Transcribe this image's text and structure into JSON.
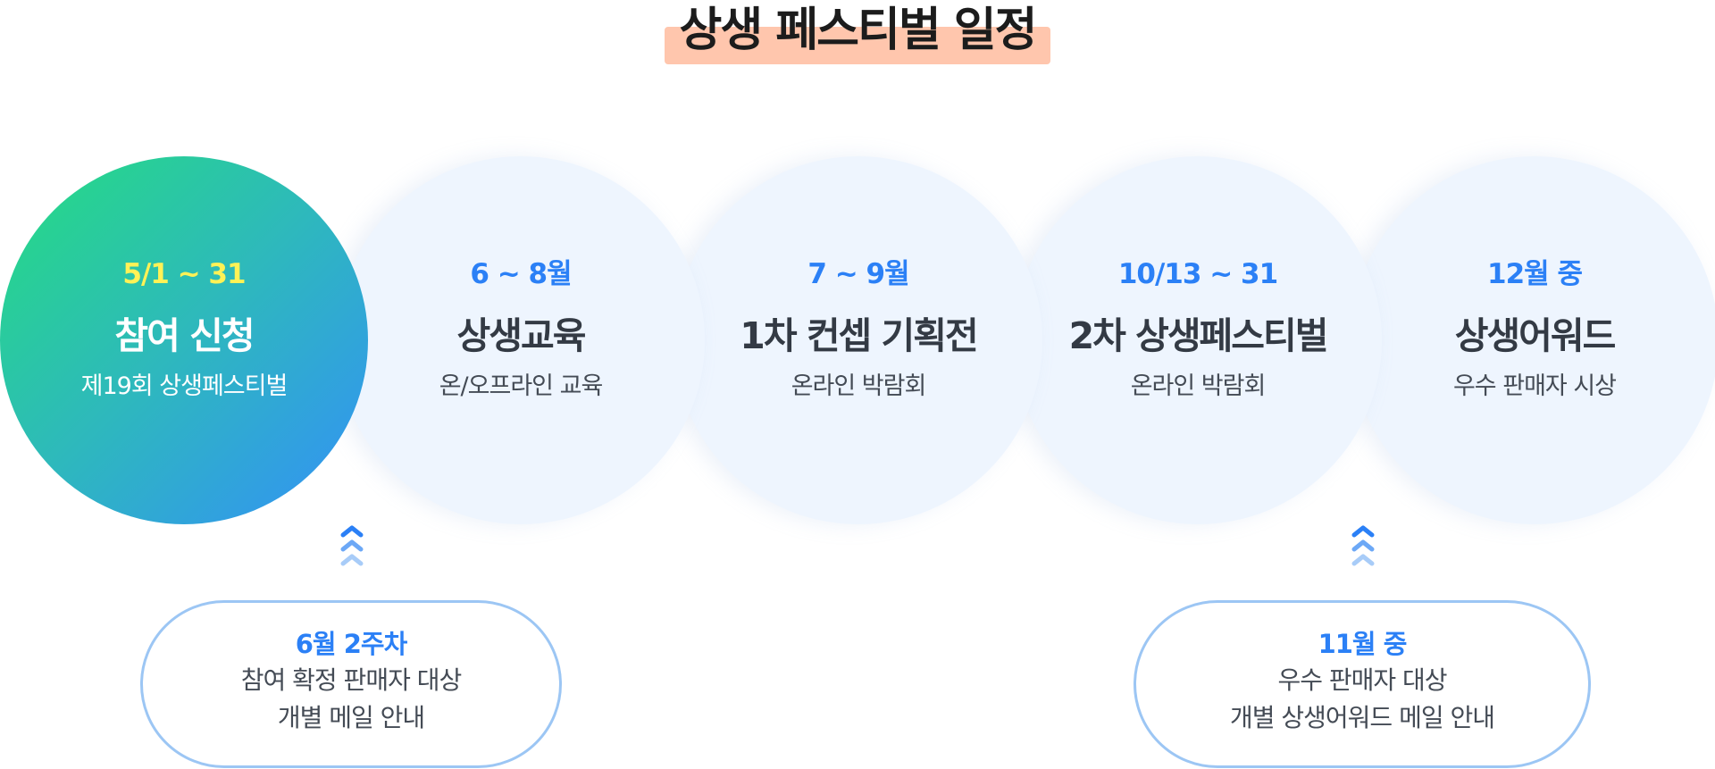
{
  "title": "상생 페스티벌 일정",
  "colors": {
    "title_highlight": "#ffc6ad",
    "accent_blue": "#2b80f6",
    "active_date": "#fff256",
    "circle_bg": "#eef5fe",
    "gradient": [
      "#25dd80",
      "#3390f8"
    ],
    "pill_border": "#9cc6f4"
  },
  "steps": [
    {
      "date": "5/1 ~ 31",
      "title": "참여 신청",
      "subtitle": "제19회 상생페스티벌",
      "active": true
    },
    {
      "date": "6 ~ 8월",
      "title": "상생교육",
      "subtitle": "온/오프라인 교육",
      "active": false
    },
    {
      "date": "7 ~ 9월",
      "title": "1차 컨셉 기획전",
      "subtitle": "온라인 박람회",
      "active": false
    },
    {
      "date": "10/13 ~ 31",
      "title": "2차 상생페스티벌",
      "subtitle": "온라인 박람회",
      "active": false
    },
    {
      "date": "12월 중",
      "title": "상생어워드",
      "subtitle": "우수 판매자 시상",
      "active": false
    }
  ],
  "notes": [
    {
      "date": "6월 2주차",
      "lines": [
        "참여 확정 판매자 대상",
        "개별 메일 안내"
      ],
      "icon": "chevron-up-triple-icon"
    },
    {
      "date": "11월 중",
      "lines": [
        "우수 판매자 대상",
        "개별 상생어워드 메일 안내"
      ],
      "icon": "chevron-up-triple-icon"
    }
  ]
}
